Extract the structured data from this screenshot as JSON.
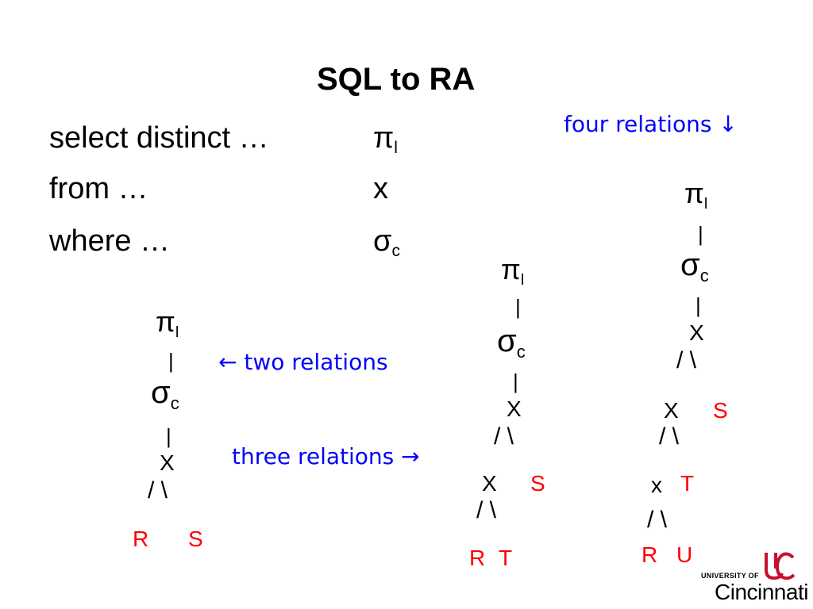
{
  "slide": {
    "title": "SQL to RA",
    "sql_lines": [
      {
        "sql": "select distinct …",
        "ra_sym": "π",
        "ra_sub": "l"
      },
      {
        "sql": "from …",
        "ra_sym": "x",
        "ra_sub": ""
      },
      {
        "sql": "where …",
        "ra_sym": "σ",
        "ra_sub": "c"
      }
    ],
    "annotations": {
      "four": "four relations ↓",
      "two": "← two relations",
      "three": "three relations →"
    },
    "trees": {
      "sym": {
        "pi": "π",
        "sigma": "σ",
        "bar": "|",
        "join": "X",
        "join_small": "x",
        "branches": "/   \\",
        "branches_narrow": "/  \\"
      },
      "sub": {
        "pi": "l",
        "sigma": "c"
      },
      "two": {
        "leaves": [
          "R",
          "S"
        ]
      },
      "three": {
        "leaves": [
          "R",
          "T",
          "S"
        ]
      },
      "four": {
        "leaves": [
          "R",
          "U",
          "T",
          "S"
        ]
      }
    },
    "logo": {
      "line1": "UNIVERSITY OF",
      "line2": "Cincinnati"
    },
    "colors": {
      "annotation": "#0000ff",
      "relation": "#ff0000",
      "logo": "#c8102e"
    }
  }
}
